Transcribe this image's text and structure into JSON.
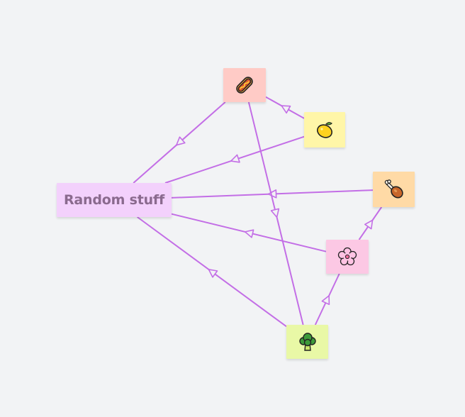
{
  "colors": {
    "background": "#f2f3f5",
    "edge": "#c36ee6"
  },
  "nodes": {
    "random": {
      "label": "Random stuff",
      "color": "#f3d1fc"
    },
    "hotdog": {
      "icon": "hotdog-icon",
      "color": "#ffcbc6"
    },
    "lemon": {
      "icon": "lemon-icon",
      "color": "#fff6a8"
    },
    "drumstick": {
      "icon": "drumstick-icon",
      "color": "#ffdaa6"
    },
    "flower": {
      "icon": "cherry-blossom-icon",
      "color": "#fcc8e4"
    },
    "broccoli": {
      "icon": "broccoli-icon",
      "color": "#e9f8a6"
    }
  },
  "edges": [
    {
      "from": "hotdog",
      "to": "random"
    },
    {
      "from": "lemon",
      "to": "random"
    },
    {
      "from": "drumstick",
      "to": "random"
    },
    {
      "from": "flower",
      "to": "random"
    },
    {
      "from": "broccoli",
      "to": "random"
    },
    {
      "from": "lemon",
      "to": "hotdog"
    },
    {
      "from": "hotdog",
      "to": "broccoli"
    },
    {
      "from": "broccoli",
      "to": "flower"
    },
    {
      "from": "flower",
      "to": "drumstick"
    }
  ]
}
